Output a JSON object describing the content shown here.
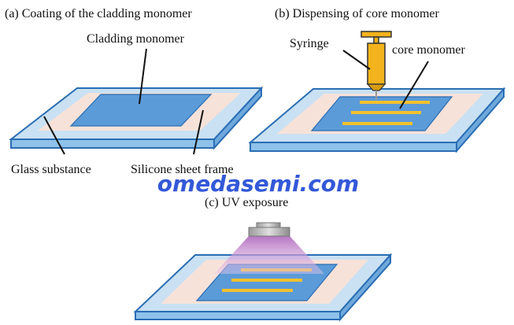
{
  "panels": {
    "a": {
      "title": "(a) Coating of the cladding monomer"
    },
    "b": {
      "title": "(b) Dispensing of core monomer"
    },
    "c": {
      "title": "(c) UV exposure"
    }
  },
  "labels": {
    "cladding_monomer": "Cladding monomer",
    "syringe": "Syringe",
    "core_monomer": "core monomer",
    "glass_substance": "Glass substance",
    "silicone_sheet_frame": "Silicone sheet frame"
  },
  "watermark": {
    "text": "omedasemi.com",
    "color": "#3358d8"
  },
  "colors": {
    "glass_top": "#c9e1f3",
    "glass_edge": "#2a6db3",
    "silicone_frame": "#f7e2d9",
    "monomer": "#5b9bd8",
    "core_line": "#f2c12e",
    "syringe_body": "#f2b31c",
    "uv_light": "#c78fcf"
  }
}
